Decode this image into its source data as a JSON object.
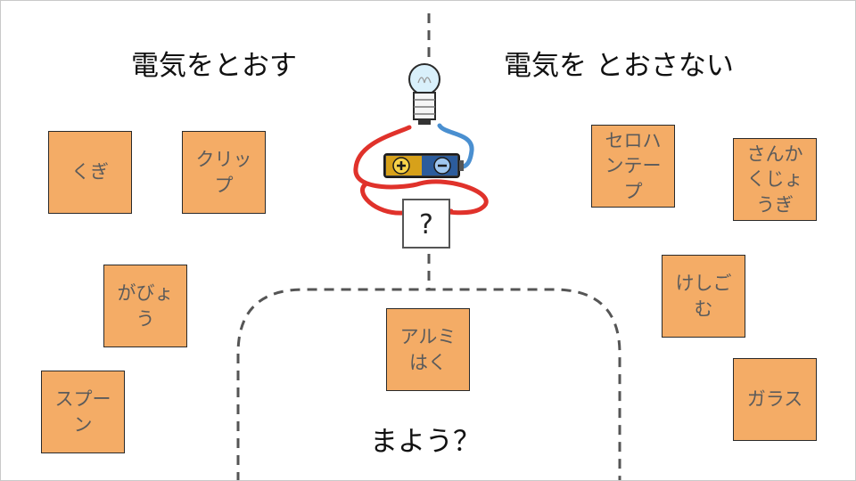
{
  "headings": {
    "conduct": "電気をとおす",
    "not_conduct": "電気を とおさない",
    "undecided": "まよう？"
  },
  "circuit": {
    "test_point": "?",
    "battery_plus": "+",
    "battery_minus": "−"
  },
  "cards": [
    {
      "label": "くぎ",
      "group": "conduct"
    },
    {
      "label": "クリップ",
      "group": "conduct"
    },
    {
      "label": "がびょう",
      "group": "conduct"
    },
    {
      "label": "スプーン",
      "group": "conduct"
    },
    {
      "label": "アルミはく",
      "group": "undecided"
    },
    {
      "label": "セロハンテープ",
      "group": "not_conduct"
    },
    {
      "label": "さんかくじょうぎ",
      "group": "not_conduct"
    },
    {
      "label": "けしごむ",
      "group": "not_conduct"
    },
    {
      "label": "ガラス",
      "group": "not_conduct"
    }
  ],
  "colors": {
    "card_fill": "#f4ac66",
    "card_text": "#5b5b5b",
    "wire_red": "#e0322b",
    "wire_blue": "#4a8fd0",
    "divider": "#555555"
  }
}
